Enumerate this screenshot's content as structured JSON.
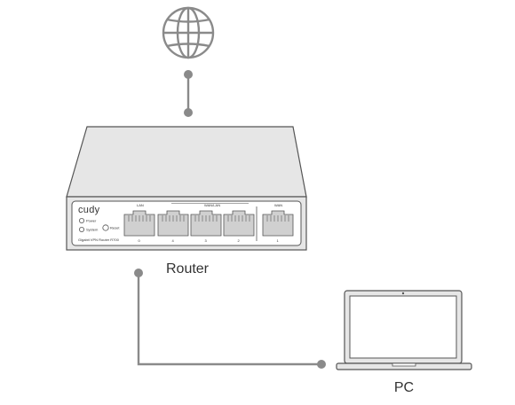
{
  "diagram": {
    "labels": {
      "router": "Router",
      "pc": "PC"
    },
    "router_panel": {
      "brand": "cudy",
      "leds": [
        "Power",
        "System"
      ],
      "reset_label": "Reset",
      "model_text": "Gigabit VPN Router   R700",
      "port_group_labels": {
        "lan": "LAN",
        "wan_lan": "WAN/LAN",
        "wan": "WAN"
      },
      "port_numbers": [
        "0",
        "4",
        "3",
        "2",
        "1"
      ]
    },
    "icons": [
      "globe-icon",
      "router-device",
      "laptop-icon"
    ],
    "colors": {
      "line": "#8a8a8a",
      "device_fill": "#e6e6e6",
      "device_stroke": "#555555"
    }
  }
}
